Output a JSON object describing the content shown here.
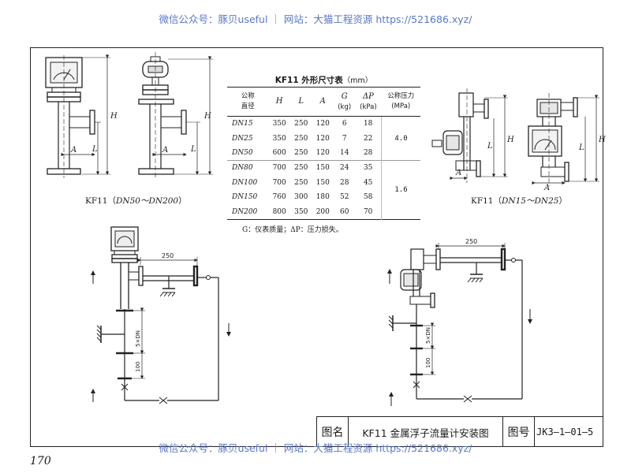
{
  "watermark": "微信公众号：豚贝useful ｜ 网站：大猫工程资源 https://521686.xyz/",
  "page_number": "170",
  "table": {
    "title": "KF11 外形尺寸表",
    "unit": "（mm）",
    "headers": {
      "dn": [
        "公称",
        "直径"
      ],
      "h": "H",
      "l": "L",
      "a": "A",
      "g": [
        "G",
        "(kg)"
      ],
      "dp": [
        "ΔP",
        "(kPa)"
      ],
      "pressure": [
        "公称压力",
        "(MPa)"
      ]
    },
    "rows": [
      {
        "dn": "DN15",
        "h": "350",
        "l": "250",
        "a": "120",
        "g": "6",
        "dp": "18"
      },
      {
        "dn": "DN25",
        "h": "350",
        "l": "250",
        "a": "120",
        "g": "7",
        "dp": "22"
      },
      {
        "dn": "DN50",
        "h": "600",
        "l": "250",
        "a": "120",
        "g": "14",
        "dp": "28"
      },
      {
        "dn": "DN80",
        "h": "700",
        "l": "250",
        "a": "150",
        "g": "24",
        "dp": "35"
      },
      {
        "dn": "DN100",
        "h": "700",
        "l": "250",
        "a": "150",
        "g": "28",
        "dp": "45"
      },
      {
        "dn": "DN150",
        "h": "760",
        "l": "300",
        "a": "180",
        "g": "52",
        "dp": "58"
      },
      {
        "dn": "DN200",
        "h": "800",
        "l": "350",
        "a": "200",
        "g": "60",
        "dp": "70"
      }
    ],
    "pressure_groups": [
      "4.0",
      "1.6"
    ],
    "note": "G：仪表质量；ΔP：压力损失。"
  },
  "captions": {
    "left": {
      "prefix": "KF11（",
      "range": "DN50～DN200",
      "suffix": "）"
    },
    "right": {
      "prefix": "KF11（",
      "range": "DN15～DN25",
      "suffix": "）"
    }
  },
  "dimension_labels": {
    "h": "H",
    "l": "L",
    "a": "A",
    "span": "250",
    "straight_run": "5×DN",
    "short_run": "100"
  },
  "title_block": {
    "name_label": "图名",
    "name_value": "KF11 金属浮子流量计安装图",
    "code_label": "图号",
    "code_value": "JK3—1—01—5"
  }
}
